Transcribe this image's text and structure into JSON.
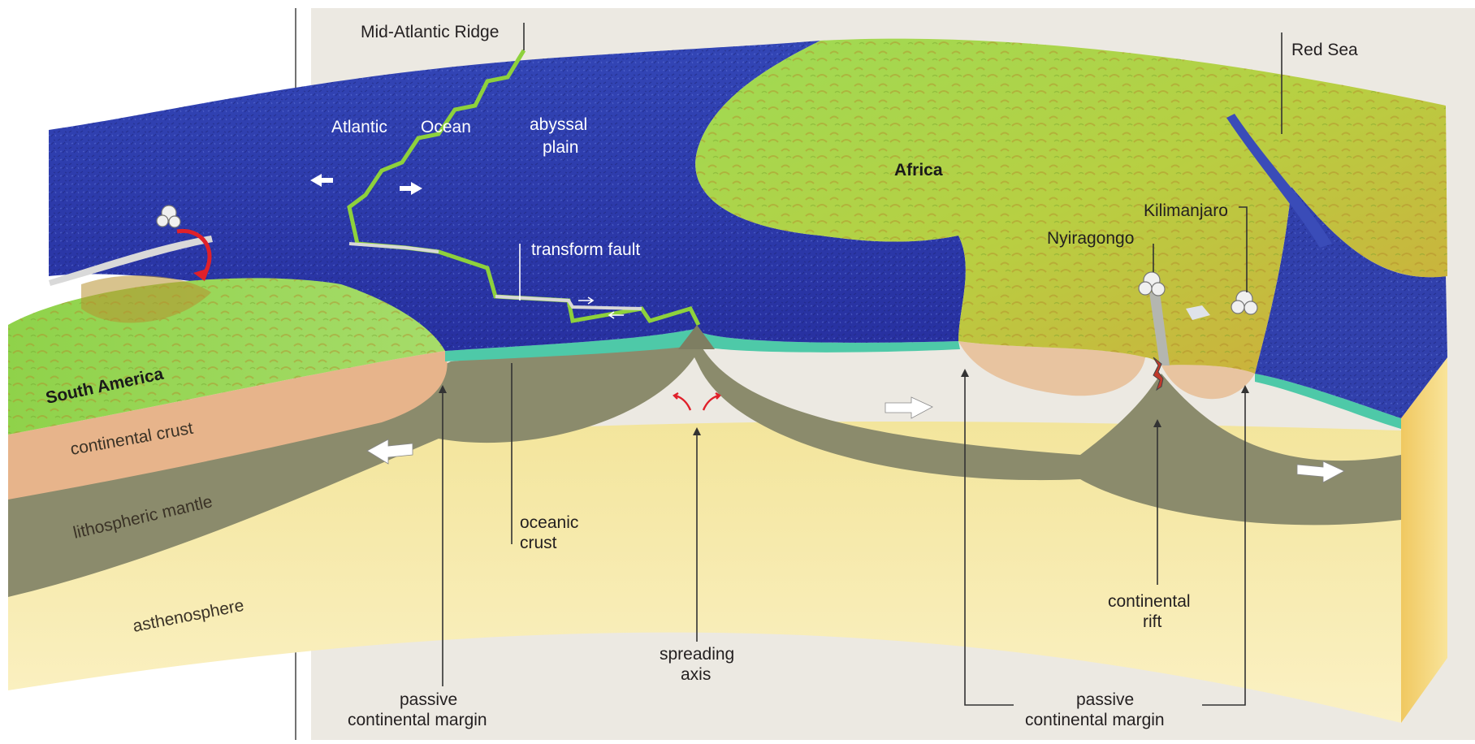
{
  "labels": {
    "mid_atlantic_ridge": "Mid-Atlantic Ridge",
    "atlantic": "Atlantic",
    "ocean": "Ocean",
    "abyssal_1": "abyssal",
    "abyssal_2": "plain",
    "transform_fault": "transform fault",
    "africa": "Africa",
    "red_sea": "Red Sea",
    "kilimanjaro": "Kilimanjaro",
    "nyiragongo": "Nyiragongo",
    "south_america": "South America",
    "continental_crust": "continental crust",
    "lithospheric_mantle": "lithospheric mantle",
    "asthenosphere": "asthenosphere",
    "oceanic_crust_1": "oceanic",
    "oceanic_crust_2": "crust",
    "spreading_1": "spreading",
    "spreading_2": "axis",
    "passive_left_1": "passive",
    "passive_left_2": "continental margin",
    "passive_right_1": "passive",
    "passive_right_2": "continental margin",
    "rift_1": "continental",
    "rift_2": "rift"
  },
  "colors": {
    "background_panel": "#ece9e2",
    "ocean_floor": "#2b3aa0",
    "land_green": "#8fd24a",
    "land_yellow": "#d7b73a",
    "continental_crust": "#e8bb93",
    "lithospheric_mantle": "#8a8a6a",
    "asthenosphere": "#f5e39b",
    "oceanic_crust": "#4ec9a8",
    "ridge_line": "#8ed13c",
    "volcano_arrow": "#e0202a"
  }
}
